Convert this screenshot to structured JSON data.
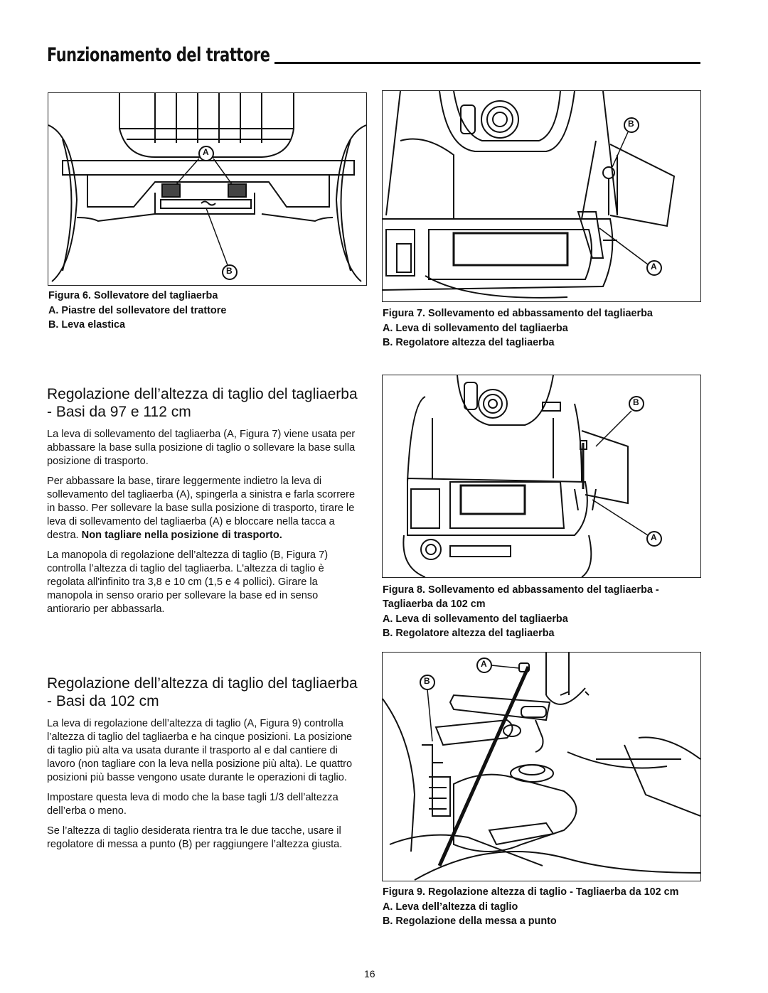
{
  "header": {
    "title": "Funzionamento del trattore"
  },
  "figures": [
    {
      "caption": "Figura 6. Sollevatore del tagliaerba",
      "items": [
        "A.  Piastre del sollevatore del trattore",
        "B.  Leva elastica"
      ],
      "callouts": [
        "A",
        "B"
      ]
    },
    {
      "caption": "Figura 7. Sollevamento ed abbassamento del tagliaerba",
      "items": [
        "A.  Leva di sollevamento del tagliaerba",
        "B.  Regolatore altezza del tagliaerba"
      ],
      "callouts": [
        "A",
        "B"
      ]
    },
    {
      "caption": "Figura 8. Sollevamento ed abbassamento del tagliaerba - Tagliaerba da 102 cm",
      "items": [
        "A.  Leva di sollevamento del tagliaerba",
        "B.  Regolatore altezza del tagliaerba"
      ],
      "callouts": [
        "A",
        "B"
      ]
    },
    {
      "caption": "Figura 9. Regolazione altezza di taglio - Tagliaerba da 102 cm",
      "items": [
        "A.  Leva dell’altezza di taglio",
        "B.  Regolazione della messa a punto"
      ],
      "callouts": [
        "A",
        "B"
      ]
    }
  ],
  "sections": [
    {
      "heading": "Regolazione dell’altezza di taglio del tagliaerba - Basi da 97 e 112 cm",
      "p1": "La leva di sollevamento del tagliaerba (A, Figura 7) viene usata per abbassare la base sulla posizione di taglio o sollevare la base sulla posizione di trasporto.",
      "p2": "Per abbassare la base, tirare leggermente indietro la leva di sollevamento del tagliaerba (A), spingerla a sinistra e farla scorrere in basso. Per sollevare la base sulla posizione di trasporto, tirare le leva di sollevamento del tagliaerba (A) e bloccare nella tacca a destra. ",
      "p2_bold": "Non tagliare nella posizione di trasporto.",
      "p3": "La manopola di regolazione dell’altezza di taglio (B, Figura 7) controlla l’altezza di taglio del tagliaerba. L'altezza di taglio è regolata all'infinito tra 3,8 e 10 cm (1,5 e 4 pollici). Girare la manopola in senso orario per sollevare la base ed in senso antiorario per abbassarla."
    },
    {
      "heading": "Regolazione dell’altezza di taglio del tagliaerba - Basi da 102 cm",
      "p1": "La leva di regolazione dell’altezza di taglio (A, Figura 9) controlla l’altezza di taglio del tagliaerba e ha cinque posizioni. La posizione di taglio più alta va usata durante il trasporto al e dal cantiere di lavoro (non tagliare con la leva nella posizione più alta). Le quattro posizioni più basse vengono usate durante le operazioni di taglio.",
      "p2": "Impostare questa leva di modo che la base tagli 1/3 dell’altezza dell’erba o meno.",
      "p3": "Se l’altezza di taglio desiderata rientra tra le due tacche, usare il regolatore di messa a punto (B) per raggiungere l’altezza giusta."
    }
  ],
  "page_number": "16"
}
